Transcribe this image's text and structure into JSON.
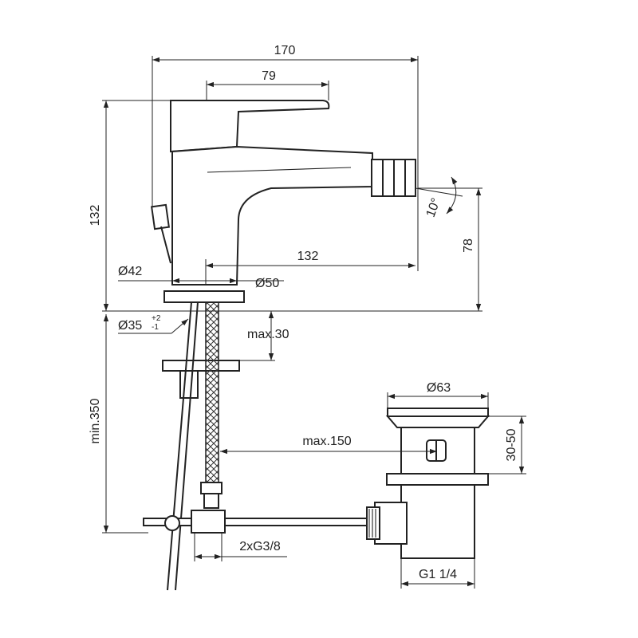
{
  "dimensions": {
    "overall_width": "170",
    "handle_offset": "79",
    "body_height": "132",
    "spout_reach": "132",
    "spout_height": "78",
    "spout_angle": "10°",
    "base_diameter_a": "Ø42",
    "base_diameter_b": "Ø50",
    "hole_diameter": "Ø35",
    "hole_tol_upper": "+2",
    "hole_tol_lower": "-1",
    "deck_thickness": "max.30",
    "hose_length": "min.350",
    "hose_offset": "max.150",
    "waste_diameter": "Ø63",
    "waste_height": "30-50",
    "connections": "2xG3/8",
    "waste_thread": "G1 1/4"
  }
}
